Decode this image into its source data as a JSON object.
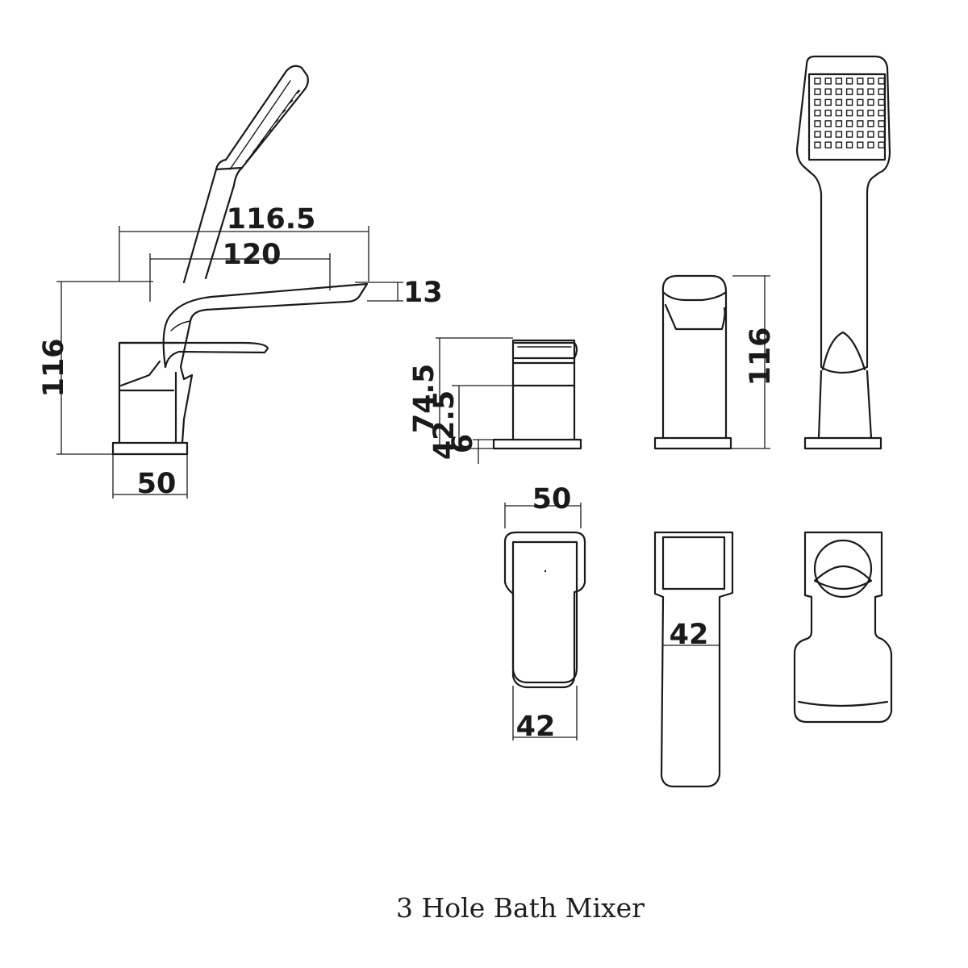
{
  "caption": "3 Hole Bath Mixer",
  "dimensions": {
    "side_spout_reach": "116.5",
    "side_spout_inner": "120",
    "side_spout_tip": "13",
    "side_height": "116",
    "side_base_width": "50",
    "valve_height": "74.5",
    "valve_body": "42.5",
    "valve_base": "6",
    "front_height": "116",
    "top_width": "50",
    "top_handle_width": "42",
    "top_spout_width": "42"
  }
}
